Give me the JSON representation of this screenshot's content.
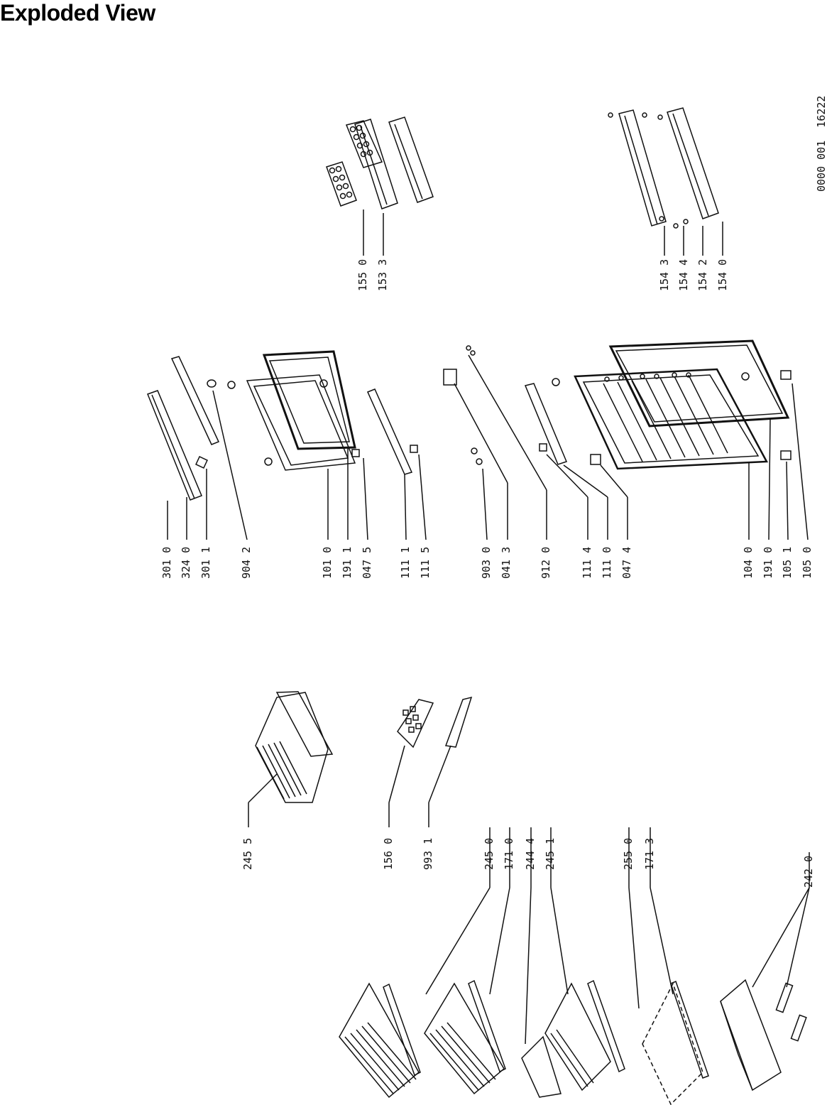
{
  "title": "Exploded View",
  "drawing_number": "0000 001  16222",
  "labels": {
    "l1550": "155 0",
    "l1533": "153 3",
    "l1543": "154 3",
    "l1544": "154 4",
    "l1542": "154 2",
    "l1540": "154 0",
    "l3010": "301 0",
    "l3240": "324 0",
    "l3011": "301 1",
    "l9042": "904 2",
    "l1010": "101 0",
    "l1911": "191 1",
    "l0475": "047 5",
    "l1111": "111 1",
    "l1115": "111 5",
    "l9030": "903 0",
    "l0413": "041 3",
    "l9120": "912 0",
    "l1114": "111 4",
    "l1110": "111 0",
    "l0474": "047 4",
    "l1040": "104 0",
    "l1910": "191 0",
    "l1051": "105 1",
    "l1050": "105 0",
    "l2455": "245 5",
    "l1560": "156 0",
    "l9931": "993 1",
    "l2450": "245 0",
    "l1710": "171 0",
    "l2444": "244 4",
    "l2451": "245 1",
    "l2550": "255 0",
    "l1713": "171 3",
    "l2420": "242 0"
  }
}
